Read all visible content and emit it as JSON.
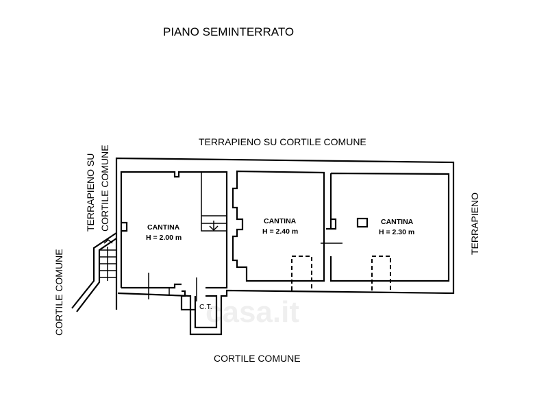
{
  "title": "PIANO SEMINTERRATO",
  "labels": {
    "top": "TERRAPIENO SU CORTILE COMUNE",
    "left_upper_line1": "TERRAPIENO SU",
    "left_upper_line2": "CORTILE COMUNE",
    "left": "CORTILE COMUNE",
    "right": "TERRAPIENO",
    "bottom": "CORTILE COMUNE"
  },
  "rooms": [
    {
      "name": "CANTINA",
      "height": "H = 2.00 m"
    },
    {
      "name": "CANTINA",
      "height": "H = 2.40 m"
    },
    {
      "name": "CANTINA",
      "height": "H = 2.30 m"
    },
    {
      "name": "C.T."
    }
  ],
  "watermark": "casa.it"
}
